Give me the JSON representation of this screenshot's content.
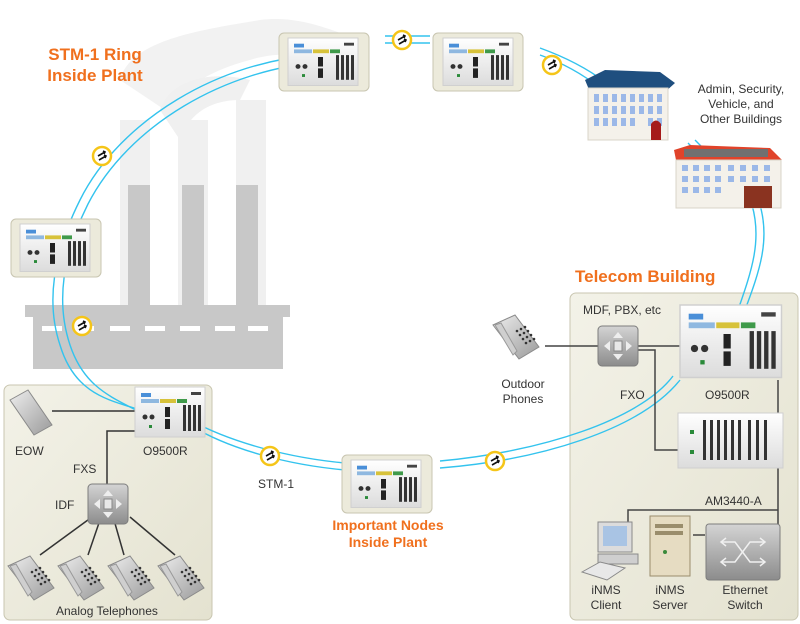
{
  "title_ring": [
    "STM-1 Ring",
    "Inside Plant"
  ],
  "colors": {
    "accent_orange": "#f0701e",
    "ring_cyan": "#33c3ee",
    "panel_bg": "#ecebdc",
    "panel_border": "#c9c6b0",
    "node_bg": "#eceadb",
    "amp_ring": "#f5c518",
    "factory_gray": "#c8c8c8",
    "link_dark": "#444444"
  },
  "ring_nodes": [
    {
      "id": "node-top-left",
      "device": "O9500R"
    },
    {
      "id": "node-top-right",
      "device": "O9500R"
    },
    {
      "id": "node-left",
      "device": "O9500R"
    },
    {
      "id": "node-bottom",
      "device": "O9500R"
    }
  ],
  "ring_link_label": "STM-1",
  "important_nodes_label": [
    "Important Nodes",
    "Inside Plant"
  ],
  "buildings": {
    "label": [
      "Admin, Security,",
      "Vehicle, and",
      "Other Buildings"
    ]
  },
  "telecom": {
    "title": "Telecom Building",
    "mdf_label": "MDF, PBX, etc",
    "fxo_label": "FXO",
    "main_device": "O9500R",
    "access_device": "AM3440-A",
    "outdoor_phones": [
      "Outdoor",
      "Phones"
    ],
    "nms_client": [
      "iNMS",
      "Client"
    ],
    "nms_server": [
      "iNMS",
      "Server"
    ],
    "ethernet_switch": [
      "Ethernet",
      "Switch"
    ]
  },
  "plant_panel": {
    "eow_label": "EOW",
    "fxs_label": "FXS",
    "device": "O9500R",
    "idf_label": "IDF",
    "phones_label": "Analog Telephones",
    "phone_count": 4
  }
}
